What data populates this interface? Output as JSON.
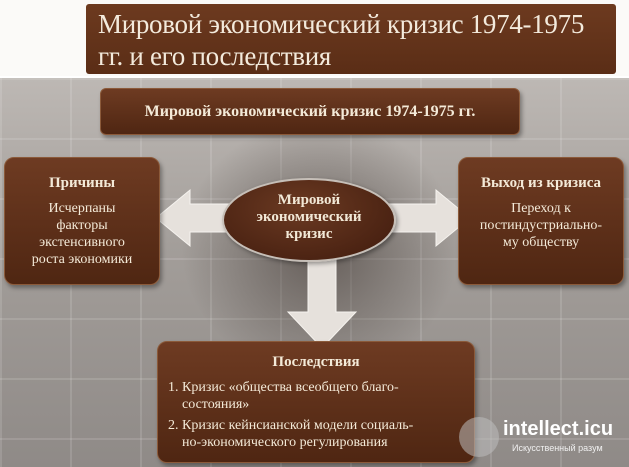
{
  "header": {
    "title_line1": "Мировой экономический кризис 1974-1975",
    "title_line2": "гг. и его последствия"
  },
  "top_box": {
    "label": "Мировой экономический кризис 1974-1975 гг."
  },
  "center": {
    "line1": "Мировой",
    "line2": "экономический",
    "line3": "кризис"
  },
  "left_box": {
    "title": "Причины",
    "lines": [
      "Исчерпаны",
      "факторы",
      "экстенсивного",
      "роста экономики"
    ]
  },
  "right_box": {
    "title": "Выход из кризиса",
    "lines": [
      "Переход к",
      "постиндустриально-",
      "му обществу"
    ]
  },
  "bottom_box": {
    "title": "Последствия",
    "lines": [
      "1. Кризис «общества всеобщего  благо-",
      "состояния»",
      "2. Кризис кейнсианской модели социаль-",
      "но-экономического регулирования"
    ]
  },
  "watermark": {
    "name": "intellect.icu",
    "tagline": "Искусственный разум"
  },
  "colors": {
    "box": "#5a2d16",
    "title_bar": "#6d3a1f",
    "arrow": "#e6e1dc",
    "background": "#a29d99"
  }
}
